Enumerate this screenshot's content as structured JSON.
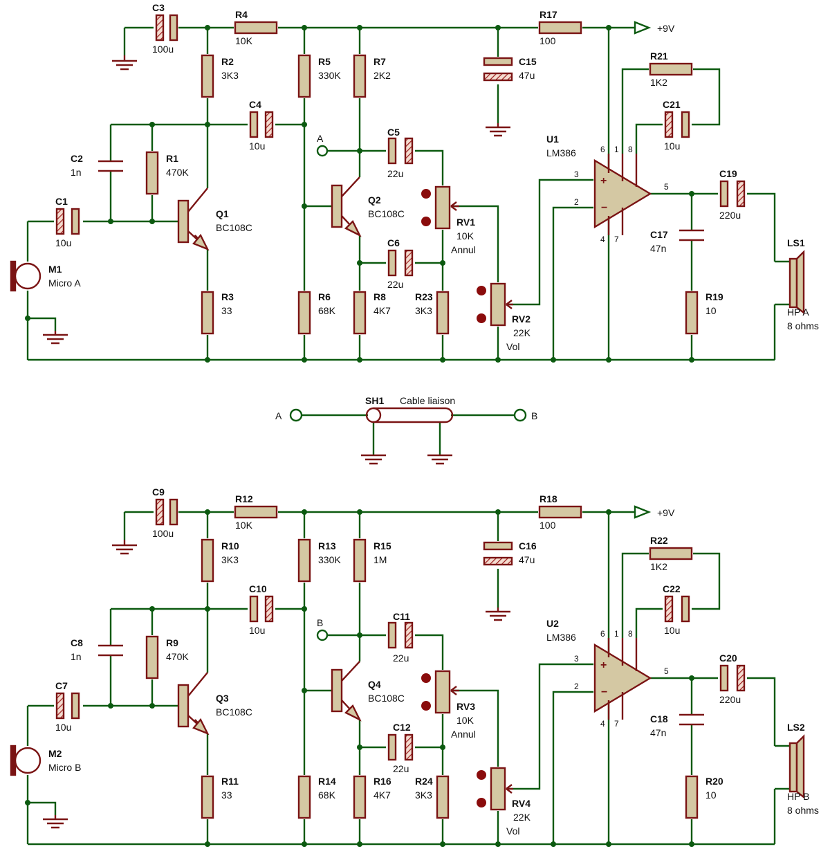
{
  "rail_label": "+9V",
  "shield": {
    "ref": "SH1",
    "label": "Cable liaison",
    "a": "A",
    "b": "B"
  },
  "channels": [
    {
      "mic": {
        "ref": "M1",
        "val": "Micro A"
      },
      "node": "A",
      "c_in": {
        "ref": "C3",
        "val": "100u"
      },
      "r_top": {
        "ref": "R4",
        "val": "10K"
      },
      "c1": {
        "ref": "C1",
        "val": "10u"
      },
      "c2": {
        "ref": "C2",
        "val": "1n"
      },
      "r1": {
        "ref": "R1",
        "val": "470K"
      },
      "r2": {
        "ref": "R2",
        "val": "3K3"
      },
      "r3": {
        "ref": "R3",
        "val": "33"
      },
      "c4": {
        "ref": "C4",
        "val": "10u"
      },
      "q1": {
        "ref": "Q1",
        "val": "BC108C"
      },
      "r5": {
        "ref": "R5",
        "val": "330K"
      },
      "r6": {
        "ref": "R6",
        "val": "68K"
      },
      "r7": {
        "ref": "R7",
        "val": "2K2"
      },
      "r8": {
        "ref": "R8",
        "val": "4K7"
      },
      "q2": {
        "ref": "Q2",
        "val": "BC108C"
      },
      "c5": {
        "ref": "C5",
        "val": "22u"
      },
      "c6": {
        "ref": "C6",
        "val": "22u"
      },
      "rv1": {
        "ref": "RV1",
        "val": "10K",
        "val2": "Annul"
      },
      "r23": {
        "ref": "R23",
        "val": "3K3"
      },
      "rv2": {
        "ref": "RV2",
        "val": "22K",
        "val2": "Vol"
      },
      "c15": {
        "ref": "C15",
        "val": "47u"
      },
      "r17": {
        "ref": "R17",
        "val": "100"
      },
      "u1": {
        "ref": "U1",
        "val": "LM386"
      },
      "r21": {
        "ref": "R21",
        "val": "1K2"
      },
      "c21": {
        "ref": "C21",
        "val": "10u"
      },
      "c19": {
        "ref": "C19",
        "val": "220u"
      },
      "c17": {
        "ref": "C17",
        "val": "47n"
      },
      "r19": {
        "ref": "R19",
        "val": "10"
      },
      "ls": {
        "ref": "LS1",
        "val": "HP A",
        "val2": "8 ohms"
      }
    },
    {
      "mic": {
        "ref": "M2",
        "val": "Micro B"
      },
      "node": "B",
      "c_in": {
        "ref": "C9",
        "val": "100u"
      },
      "r_top": {
        "ref": "R12",
        "val": "10K"
      },
      "c1": {
        "ref": "C7",
        "val": "10u"
      },
      "c2": {
        "ref": "C8",
        "val": "1n"
      },
      "r1": {
        "ref": "R9",
        "val": "470K"
      },
      "r2": {
        "ref": "R10",
        "val": "3K3"
      },
      "r3": {
        "ref": "R11",
        "val": "33"
      },
      "c4": {
        "ref": "C10",
        "val": "10u"
      },
      "q1": {
        "ref": "Q3",
        "val": "BC108C"
      },
      "r5": {
        "ref": "R13",
        "val": "330K"
      },
      "r6": {
        "ref": "R14",
        "val": "68K"
      },
      "r7": {
        "ref": "R15",
        "val": "1M"
      },
      "r8": {
        "ref": "R16",
        "val": "4K7"
      },
      "q2": {
        "ref": "Q4",
        "val": "BC108C"
      },
      "c5": {
        "ref": "C11",
        "val": "22u"
      },
      "c6": {
        "ref": "C12",
        "val": "22u"
      },
      "rv1": {
        "ref": "RV3",
        "val": "10K",
        "val2": "Annul"
      },
      "r23": {
        "ref": "R24",
        "val": "3K3"
      },
      "rv2": {
        "ref": "RV4",
        "val": "22K",
        "val2": "Vol"
      },
      "c15": {
        "ref": "C16",
        "val": "47u"
      },
      "r17": {
        "ref": "R18",
        "val": "100"
      },
      "u1": {
        "ref": "U2",
        "val": "LM386"
      },
      "r21": {
        "ref": "R22",
        "val": "1K2"
      },
      "c21": {
        "ref": "C22",
        "val": "10u"
      },
      "c19": {
        "ref": "C20",
        "val": "220u"
      },
      "c17": {
        "ref": "C18",
        "val": "47n"
      },
      "r19": {
        "ref": "R20",
        "val": "10"
      },
      "ls": {
        "ref": "LS2",
        "val": "HP B",
        "val2": "8 ohms"
      }
    }
  ],
  "pins": {
    "p3": "3",
    "p2": "2",
    "p6": "6",
    "p1": "1",
    "p8": "8",
    "p4": "4",
    "p7": "7",
    "p5": "5",
    "plus": "+",
    "minus": "−"
  }
}
